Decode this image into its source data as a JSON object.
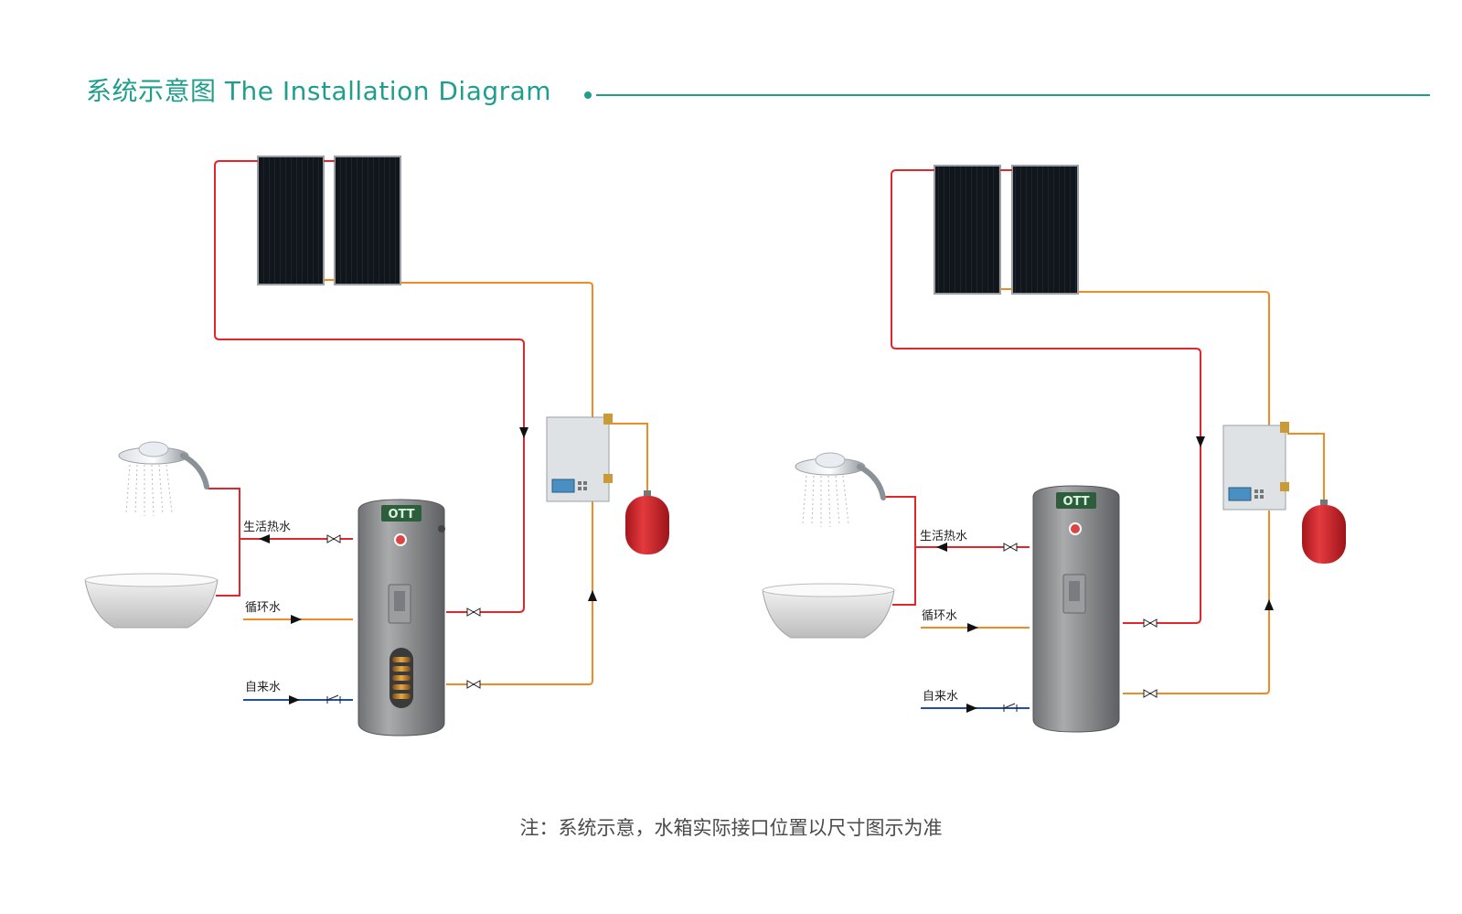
{
  "header": {
    "title": "系统示意图 The Installation Diagram"
  },
  "colors": {
    "accent": "#1f9e8c",
    "hot_pipe": "#e1262c",
    "return_pipe": "#f08a24",
    "cold_pipe": "#1f4fa8",
    "tank": "#8a8c8e",
    "expansion_vessel": "#d9262c",
    "collector": "#0e1216"
  },
  "systems": [
    {
      "tank_brand": "OTT",
      "labels": {
        "domestic_hot_water": "生活热水",
        "circulation_water": "循环水",
        "tap_water": "自来水"
      }
    },
    {
      "tank_brand": "OTT",
      "labels": {
        "domestic_hot_water": "生活热水",
        "circulation_water": "循环水",
        "tap_water": "自来水"
      }
    }
  ],
  "footnote": "注：系统示意，水箱实际接口位置以尺寸图示为准"
}
